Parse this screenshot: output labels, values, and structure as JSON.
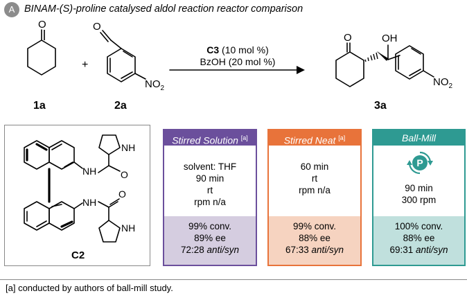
{
  "header": {
    "badge": "A",
    "title": "BINAM-(S)-proline catalysed aldol reaction reactor comparison"
  },
  "scheme": {
    "reactant1": "1a",
    "plus": "+",
    "reactant2": "2a",
    "product": "3a",
    "carbonyl_o": "O",
    "no2": "NO",
    "no2_sub": "2",
    "oh": "OH",
    "condition1_bold": "C3",
    "condition1_rest": " (10 mol %)",
    "condition2": "BzOH (20 mol %)"
  },
  "catalyst": {
    "label": "C2",
    "nh1": "NH",
    "nh2": "NH",
    "nh3": "NH",
    "nh4": "NH",
    "o1": "O",
    "o2": "O"
  },
  "panels": [
    {
      "title": "Stirred Solution",
      "note": "[a]",
      "color": "#6b4f9c",
      "bottom_bg": "#d5cde0",
      "lines": [
        "solvent: THF",
        "90 min",
        "rt",
        "rpm n/a"
      ],
      "conv": "99% conv.",
      "ee": "89% ee",
      "ratio": "72:28",
      "ratio_suffix": "anti/syn"
    },
    {
      "title": "Stirred Neat",
      "note": "[a]",
      "color": "#e8733a",
      "bottom_bg": "#f6d3c0",
      "lines": [
        "60 min",
        "rt",
        "rpm n/a"
      ],
      "conv": "99% conv.",
      "ee": "88% ee",
      "ratio": "67:33",
      "ratio_suffix": "anti/syn"
    },
    {
      "title": "Ball-Mill",
      "note": "",
      "color": "#2e9a92",
      "bottom_bg": "#c0e0dd",
      "icon_letter": "P",
      "lines": [
        "90 min",
        "300 rpm"
      ],
      "conv": "100% conv.",
      "ee": "88% ee",
      "ratio": "69:31",
      "ratio_suffix": "anti/syn"
    }
  ],
  "footnote": "[a] conducted by authors of ball-mill study."
}
